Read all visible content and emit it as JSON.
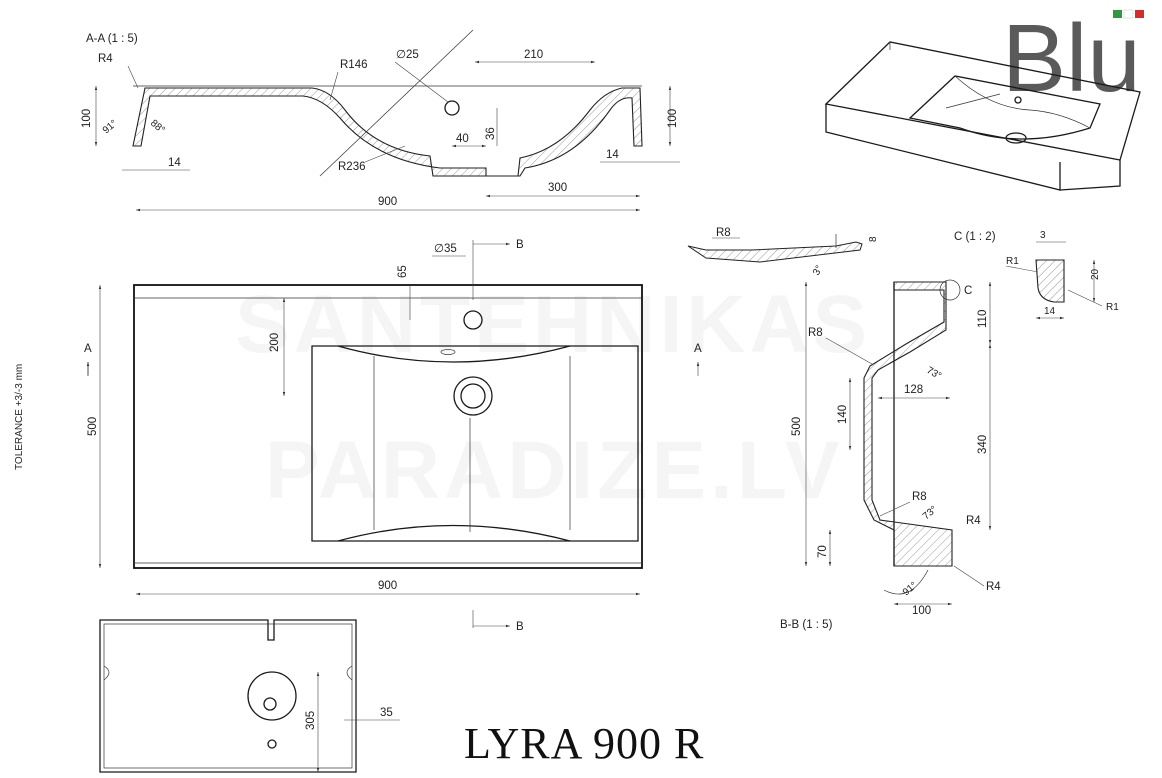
{
  "brand": {
    "logo_text": "Blu",
    "flag_colors": [
      "#2e9a3c",
      "#ffffff",
      "#d42b2b"
    ]
  },
  "product_title": "LYRA 900 R",
  "watermark": {
    "line1": "SANTEHNIKAS",
    "line2": "PARADIZE.LV"
  },
  "tolerance_note": "TOLERANCE +3/-3 mm",
  "section_aa": {
    "label": "A-A  (1 : 5)",
    "dims": {
      "r4": "R4",
      "r146": "R146",
      "d25": "∅25",
      "d210": "210",
      "h100_left": "100",
      "a91": "91°",
      "a88": "88°",
      "d40": "40",
      "d36": "36",
      "h100_right": "100",
      "d14_left": "14",
      "d14_right": "14",
      "r236": "R236",
      "d300": "300",
      "d900": "900"
    }
  },
  "top_view": {
    "dims": {
      "d35": "∅35",
      "arrow_b_top": "B",
      "d65": "65",
      "d200": "200",
      "d500": "500",
      "arrow_a_left": "A",
      "arrow_a_right": "A",
      "d900": "900",
      "arrow_b_bottom": "B"
    }
  },
  "small_profile": {
    "r8": "R8",
    "d8": "8",
    "a3": "3°"
  },
  "detail_c": {
    "label": "C  (1 : 2)",
    "d3": "3",
    "r1_top": "R1",
    "d20": "20",
    "r1_right": "R1",
    "d14": "14"
  },
  "section_bb": {
    "label": "B-B  (1 : 5)",
    "callout": "C",
    "dims": {
      "d110": "110",
      "r8_top": "R8",
      "a73_top": "73°",
      "d128": "128",
      "d140": "140",
      "d500": "500",
      "d340": "340",
      "r8_bottom": "R8",
      "a73_bottom": "73°",
      "r4_top": "R4",
      "d70": "70",
      "a91": "91°",
      "r4_bottom": "R4",
      "d100": "100"
    }
  },
  "bottom_view": {
    "dims": {
      "d305": "305",
      "d35": "35"
    }
  }
}
